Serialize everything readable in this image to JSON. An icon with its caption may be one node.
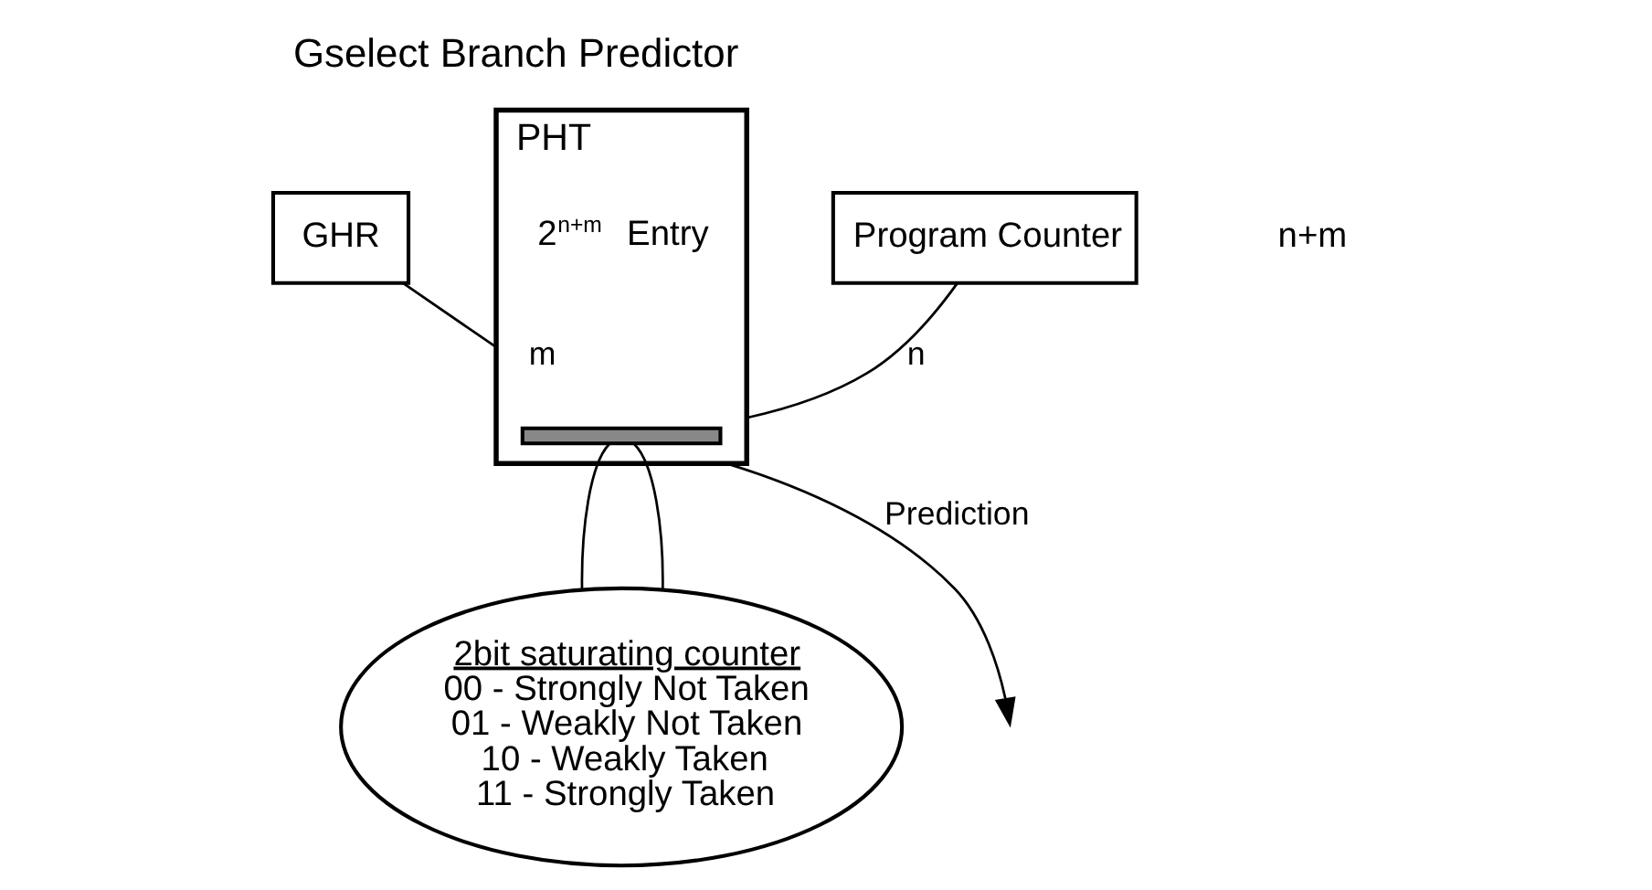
{
  "diagram": {
    "title": "Gselect Branch Predictor",
    "nodes": [
      {
        "text": [
          "GHR"
        ]
      },
      {
        "text": [
          "Program Counter"
        ]
      },
      {
        "text": [
          "PHT"
        ],
        "beside": [
          "2$^{n+m}$ Entry"
        ]
      },
      {
        "text": [],
        "shape": "bar",
        "in": 2
      },
      {
        "text": [
          "2bit saturating counter",
          "00 - Strongly Not Taken",
          "01 - Weakly Not Taken",
          "10 - Weakly Taken",
          "11 - Strongly Taken"
        ]
      }
    ],
    "edges": [
      {
        "from": 0,
        "to": 2,
        "arrow": "none",
        "label": "m"
      },
      {
        "from": 1,
        "to": 2,
        "arrow": "none",
        "label": "n"
      },
      {
        "from": 2,
        "to": null,
        "arrow": "to",
        "label": "Prediction"
      },
      {
        "from": 3,
        "to": 4,
        "arrow": "none"
      },
      {
        "from": 3,
        "to": 4,
        "arrow": "none"
      }
    ],
    "labels": [
      "n+m"
    ]
  }
}
